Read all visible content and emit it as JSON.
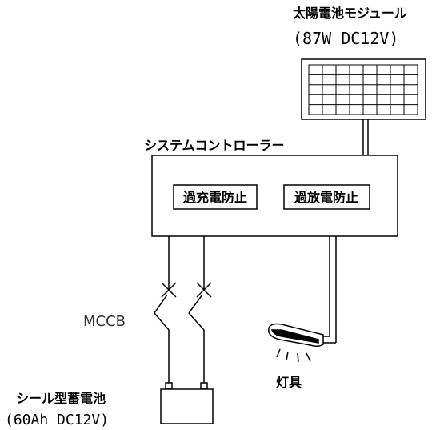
{
  "solar_module": {
    "label": "太陽電池モジュール",
    "spec": "(87W DC12V)"
  },
  "controller": {
    "label": "システムコントローラー",
    "overcharge_label": "過充電防止",
    "overdischarge_label": "過放電防止"
  },
  "breaker": {
    "label": "MCCB"
  },
  "battery": {
    "label": "シール型蓄電池",
    "spec": "(60Ah DC12V)"
  },
  "lamp": {
    "label": "灯具"
  }
}
